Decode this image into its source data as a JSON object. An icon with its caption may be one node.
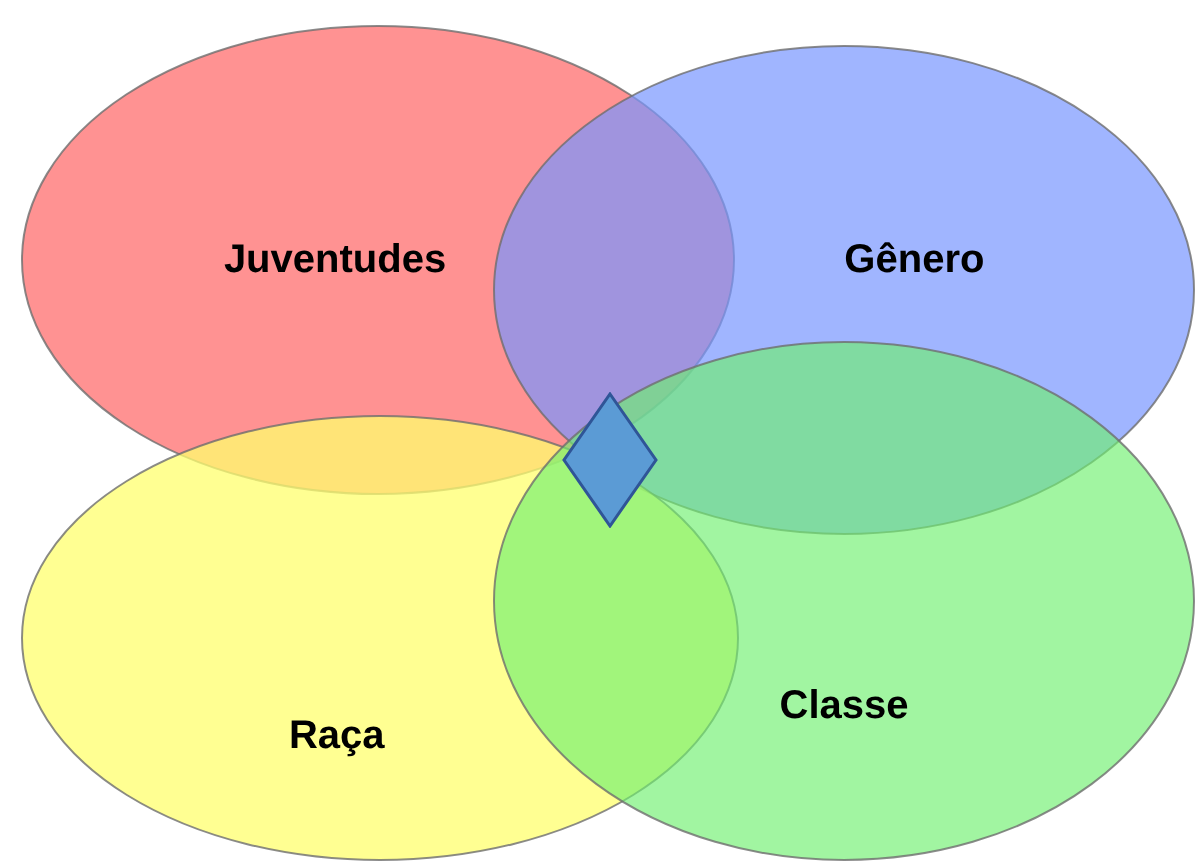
{
  "diagram": {
    "nodes": [
      {
        "text": [
          "Juventudes"
        ]
      },
      {
        "text": [
          "Gênero"
        ]
      },
      {
        "text": [
          "Raça"
        ]
      },
      {
        "text": [
          "Classe"
        ]
      },
      {
        "text": [],
        "shape": "diamond"
      }
    ]
  }
}
